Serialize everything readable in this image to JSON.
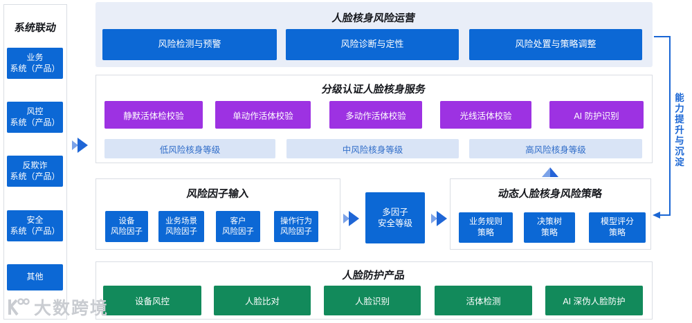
{
  "sidebar": {
    "title": "系统联动",
    "items": [
      {
        "label": "业务\n系统（产品）"
      },
      {
        "label": "风控\n系统（产品）"
      },
      {
        "label": "反欺诈\n系统（产品）"
      },
      {
        "label": "安全\n系统（产品）"
      },
      {
        "label": "其他"
      }
    ]
  },
  "risk_ops": {
    "title": "人脸核身风险运营",
    "buttons": [
      "风险检测与预警",
      "风险诊断与定性",
      "风险处置与策略调整"
    ]
  },
  "graded_service": {
    "title": "分级认证人脸核身服务",
    "checks": [
      "静默活体检校验",
      "单动作活体校验",
      "多动作活体校验",
      "光线活体校验",
      "AI 防护识别"
    ],
    "levels": [
      "低风险核身等级",
      "中风险核身等级",
      "高风险核身等级"
    ]
  },
  "risk_factors": {
    "title": "风险因子输入",
    "items": [
      "设备\n风险因子",
      "业务场景\n风险因子",
      "客户\n风险因子",
      "操作行为\n风险因子"
    ]
  },
  "multi_factor": {
    "label": "多因子\n安全等级"
  },
  "dynamic_strategy": {
    "title": "动态人脸核身风险策略",
    "items": [
      "业务规则\n策略",
      "决策树\n策略",
      "模型评分\n策略"
    ]
  },
  "protection_products": {
    "title": "人脸防护产品",
    "items": [
      "设备风控",
      "人脸比对",
      "人脸识别",
      "活体检测",
      "AI 深伪人脸防护"
    ]
  },
  "capability_label": "能力提升与沉淀",
  "watermark": "大数跨境",
  "colors": {
    "blue": "#0c68d5",
    "purple": "#9d32e2",
    "green": "#128a5b",
    "light_blue_bar": "#d9e4f6",
    "bar_text": "#2f6cc8",
    "section_bg": "#e9eef8",
    "line_blue": "#1a66d4",
    "border_gray": "#d9dde3",
    "watermark_gray": "#c9ccd1"
  }
}
